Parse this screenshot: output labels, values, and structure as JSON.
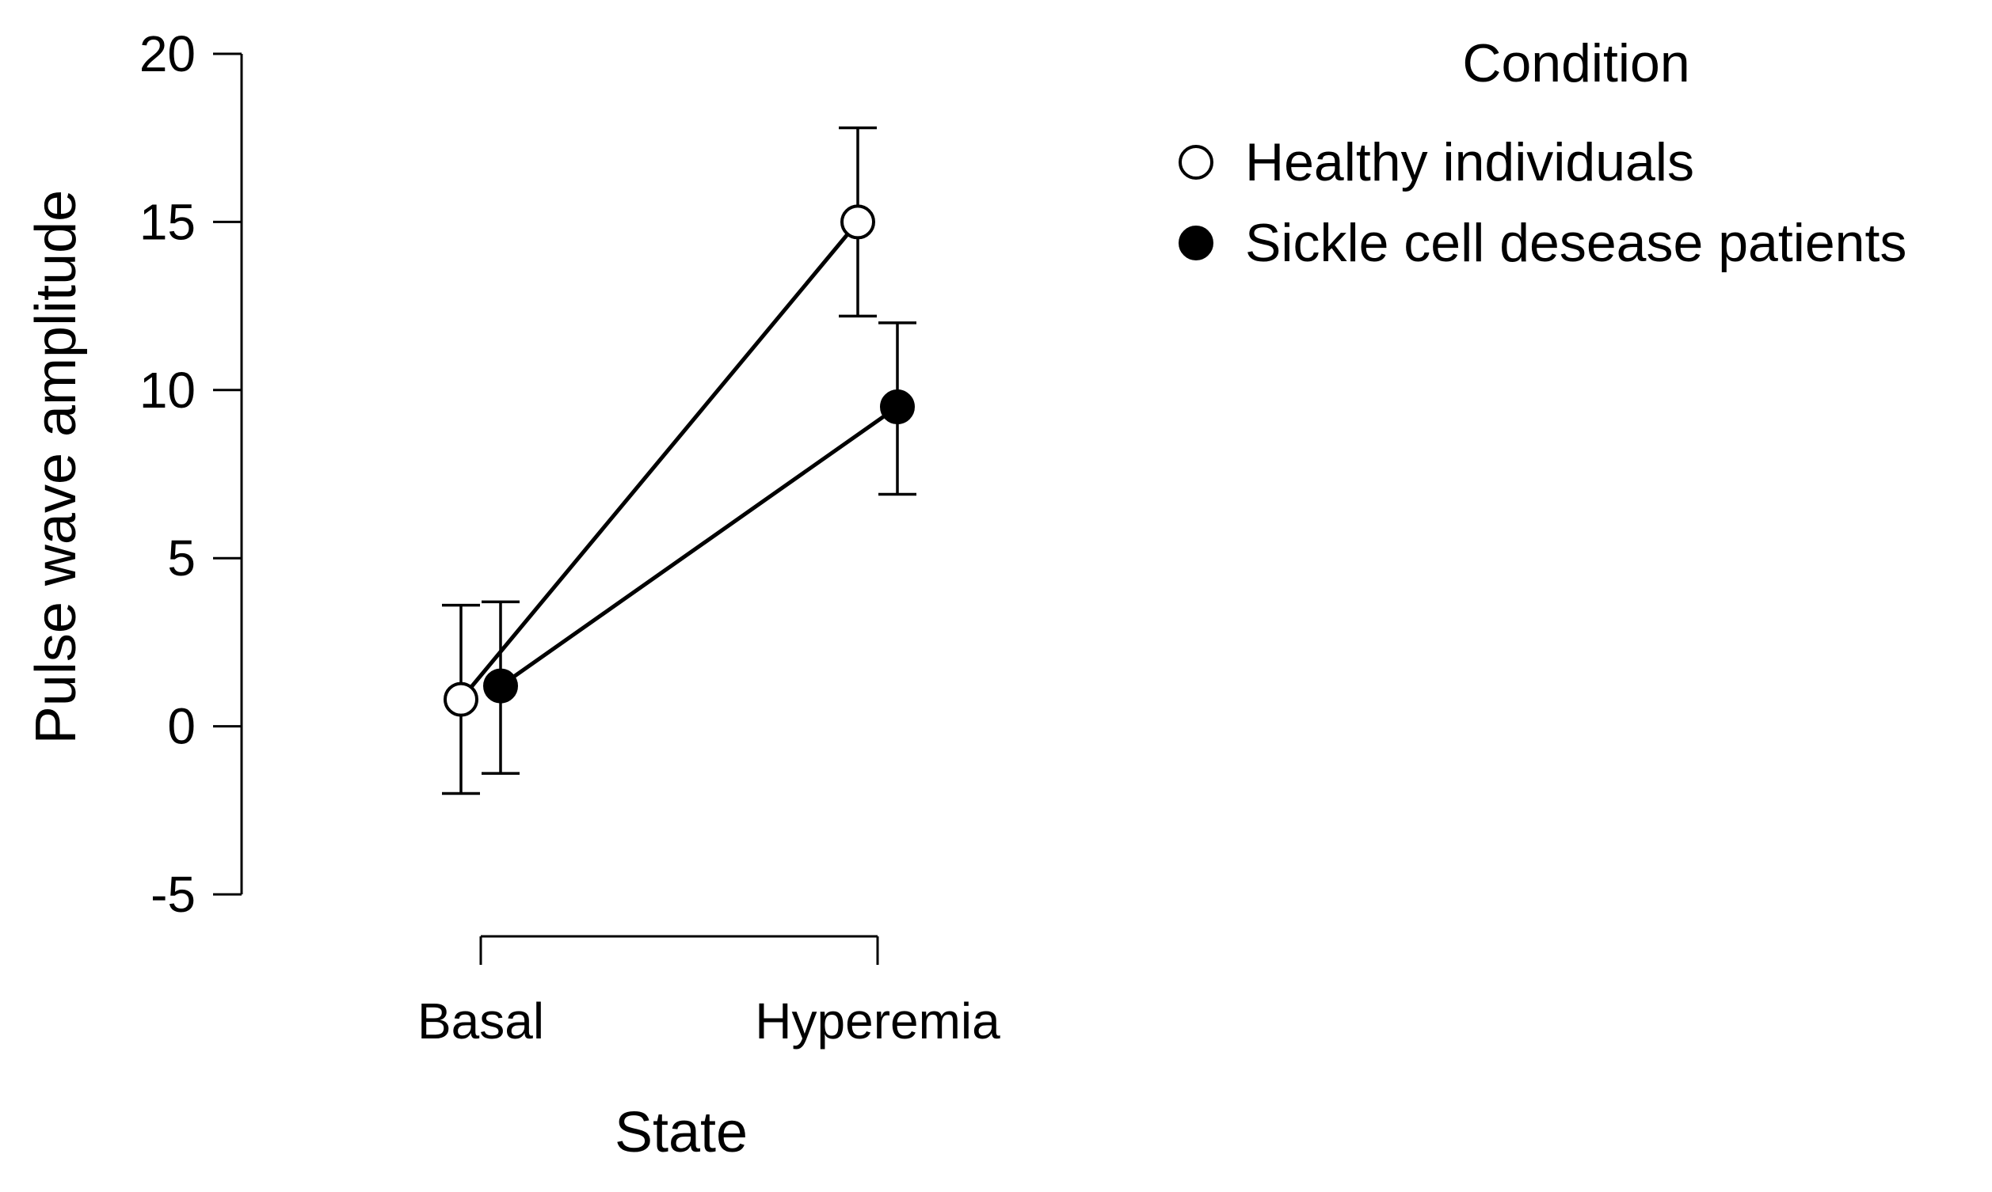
{
  "chart_data": {
    "type": "line",
    "xlabel": "State",
    "ylabel": "Pulse wave amplitude",
    "categories": [
      "Basal",
      "Hyperemia"
    ],
    "ylim": [
      -5,
      20
    ],
    "yticks": [
      "-5",
      "0",
      "5",
      "10",
      "15",
      "20"
    ],
    "legend": {
      "title": "Condition",
      "placement": "top-right"
    },
    "series": [
      {
        "name": "Healthy individuals",
        "marker": "open-circle",
        "values": [
          0.8,
          15.0
        ],
        "error_low": [
          -2.0,
          12.2
        ],
        "error_high": [
          3.6,
          17.8
        ]
      },
      {
        "name": "Sickle cell desease patients",
        "marker": "filled-circle",
        "values": [
          1.2,
          9.5
        ],
        "error_low": [
          -1.4,
          6.9
        ],
        "error_high": [
          3.7,
          12.0
        ]
      }
    ],
    "grid": false
  }
}
